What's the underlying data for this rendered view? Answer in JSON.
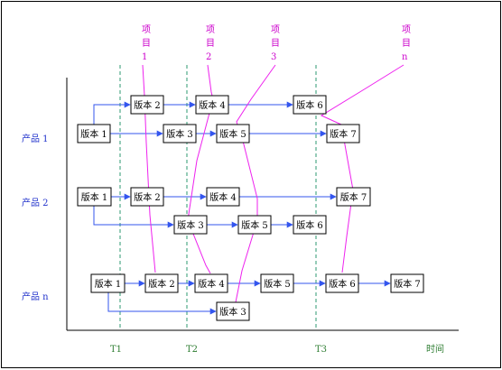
{
  "rows": [
    {
      "id": "p1",
      "label": "产品 1"
    },
    {
      "id": "p2",
      "label": "产品 2"
    },
    {
      "id": "pn",
      "label": "产品 n"
    }
  ],
  "time_marks": [
    "T1",
    "T2",
    "T3"
  ],
  "time_axis_label": "时间",
  "projects": [
    {
      "id": "proj1",
      "chars": [
        "项",
        "目",
        "1"
      ]
    },
    {
      "id": "proj2",
      "chars": [
        "项",
        "目",
        "2"
      ]
    },
    {
      "id": "proj3",
      "chars": [
        "项",
        "目",
        "3"
      ]
    },
    {
      "id": "projn",
      "chars": [
        "项",
        "目",
        "n"
      ]
    }
  ],
  "boxes": {
    "p1v1": "版本 1",
    "p1v2": "版本 2",
    "p1v3": "版本 3",
    "p1v4": "版本 4",
    "p1v5": "版本 5",
    "p1v6": "版本 6",
    "p1v7": "版本 7",
    "p2v1": "版本 1",
    "p2v2": "版本 2",
    "p2v3": "版本 3",
    "p2v4": "版本 4",
    "p2v5": "版本 5",
    "p2v6": "版本 6",
    "p2v7": "版本 7",
    "pnv1": "版本 1",
    "pnv2": "版本 2",
    "pnv3": "版本 3",
    "pnv4": "版本 4",
    "pnv5": "版本 5",
    "pnv6": "版本 6",
    "pnv7": "版本 7"
  },
  "colors": {
    "flow": "#3355ee",
    "project": "#ee22ee",
    "milestone": "#2e9a70",
    "row_label": "#2233cc",
    "time_label": "#2e7d32"
  }
}
